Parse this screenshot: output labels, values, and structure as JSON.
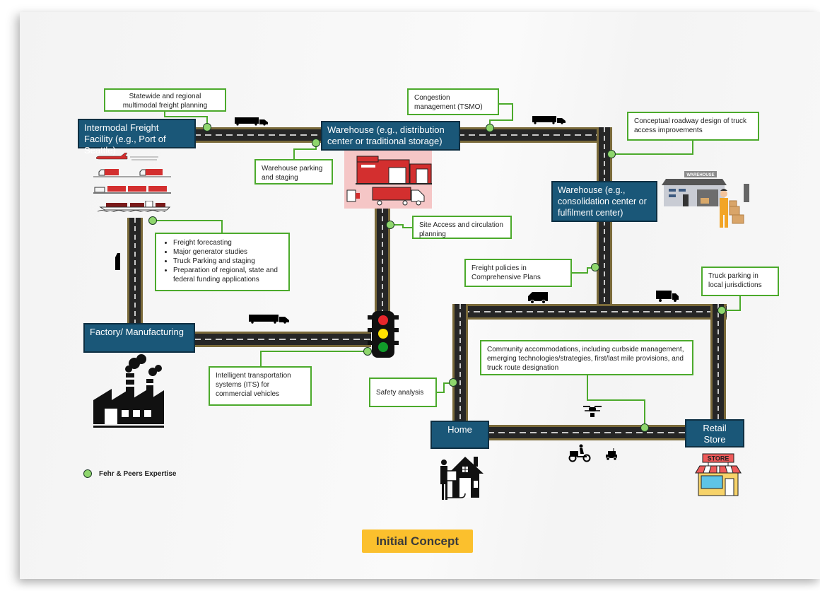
{
  "diagram": {
    "nodes": {
      "intermodal": "Intermodal Freight Facility (e.g., Port of Seattle)",
      "warehouse_dist": "Warehouse (e.g., distribution center or traditional storage)",
      "warehouse_consol": "Warehouse (e.g., consolidation center or fulfilment center)",
      "factory": "Factory/ Manufacturing",
      "home": "Home",
      "retail": "Retail Store"
    },
    "callouts": {
      "statewide": "Statewide and regional multimodal freight planning",
      "warehouse_parking": "Warehouse parking and staging",
      "congestion": "Congestion management (TSMO)",
      "conceptual": "Conceptual roadway design of truck access improvements",
      "forecast_list": [
        "Freight forecasting",
        "Major generator studies",
        "Truck Parking and staging",
        "Preparation of regional, state and federal funding applications"
      ],
      "site_access": "Site Access and circulation planning",
      "policies": "Freight policies in Comprehensive Plans",
      "truck_parking_local": "Truck parking in local jurisdictions",
      "its": "Intelligent transportation systems (ITS) for commercial vehicles",
      "safety": "Safety analysis",
      "community": "Community accommodations, including curbside management, emerging technologies/strategies, first/last mile provisions, and truck route designation"
    },
    "icons": [
      "semi-truck-icon",
      "van-icon",
      "box-truck-icon",
      "airplane-icon",
      "rail-icon",
      "ship-icon",
      "warehouse-icon",
      "factory-icon",
      "traffic-light-icon",
      "drone-icon",
      "cargo-bike-icon",
      "delivery-robot-icon",
      "home-delivery-icon",
      "store-icon"
    ],
    "store_sign": "STORE",
    "warehouse_sign": "WAREHOUSE",
    "legend": "Fehr & Peers Expertise",
    "badge": "Initial Concept",
    "colors": {
      "node_fill": "#1a5778",
      "callout_border": "#4caa2c",
      "dot_fill": "#8fd66d",
      "badge_fill": "#fbc02d",
      "road": "#262626",
      "road_edge": "#7a6a3a"
    }
  }
}
